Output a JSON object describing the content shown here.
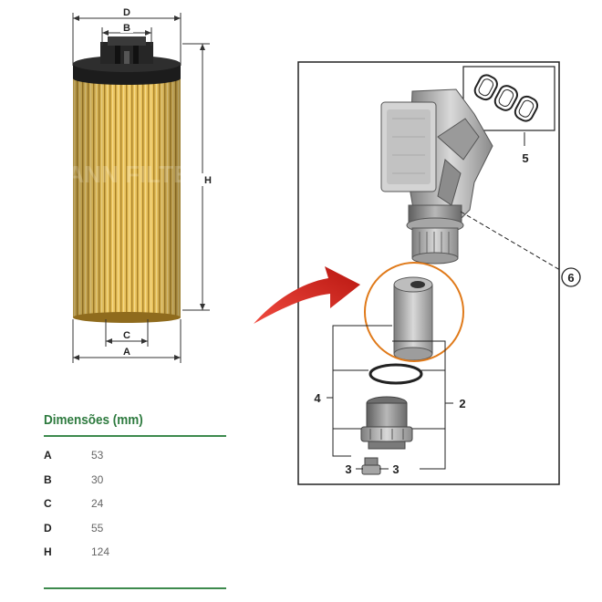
{
  "filter_drawing": {
    "dimension_letters": {
      "d": "D",
      "b": "B",
      "h": "H",
      "c": "C",
      "a": "A"
    },
    "watermark": "MANN FILTER"
  },
  "parts_diagram": {
    "callouts": {
      "c2": "2",
      "c3_left": "3",
      "c3_right": "3",
      "c4": "4",
      "c5": "5",
      "c6": "6"
    }
  },
  "dimensions": {
    "title": "Dimensões (mm)",
    "rows": [
      {
        "key": "A",
        "value": "53"
      },
      {
        "key": "B",
        "value": "30"
      },
      {
        "key": "C",
        "value": "24"
      },
      {
        "key": "D",
        "value": "55"
      },
      {
        "key": "H",
        "value": "124"
      }
    ]
  },
  "colors": {
    "accent_green": "#2d7a3e",
    "highlight_orange": "#e07a1a",
    "arrow_red": "#d6231f",
    "filter_paper": "#e6bd52"
  }
}
